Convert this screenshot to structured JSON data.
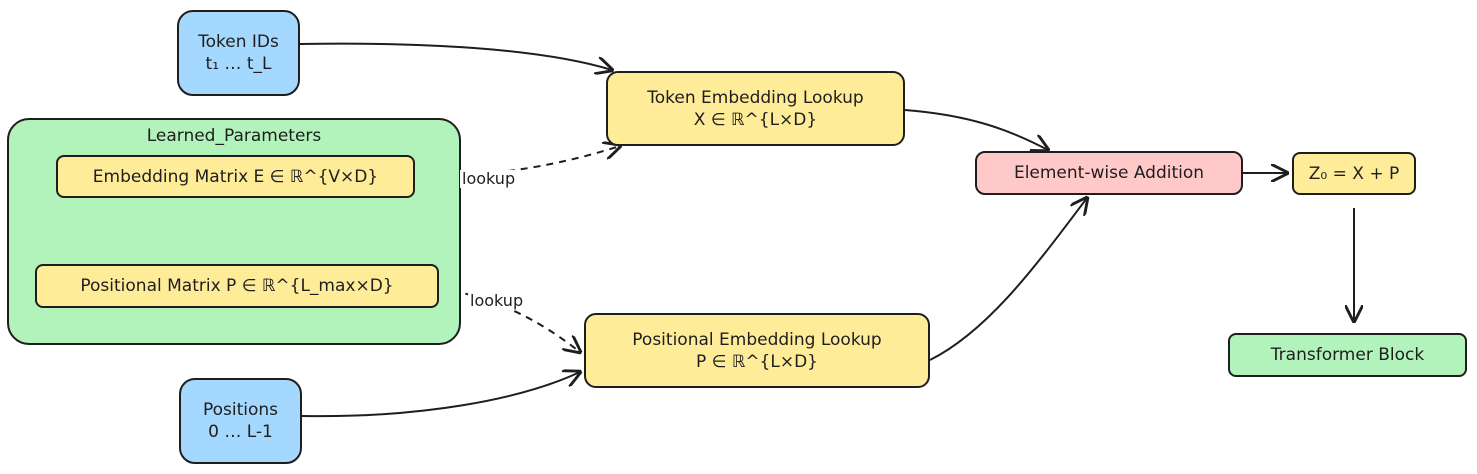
{
  "nodes": {
    "token_ids": [
      "Token IDs",
      "t₁ … t_L"
    ],
    "positions": [
      "Positions",
      "0 … L-1"
    ],
    "token_lookup": [
      "Token Embedding Lookup",
      "X ∈ ℝ^{L×D}"
    ],
    "pos_lookup": [
      "Positional Embedding Lookup",
      "P ∈ ℝ^{L×D}"
    ],
    "addition": "Element-wise Addition",
    "z0": "Z₀ = X + P",
    "transformer": "Transformer Block"
  },
  "group": {
    "title": "Learned_Parameters",
    "embedding_matrix": "Embedding Matrix E ∈ ℝ^{V×D}",
    "positional_matrix": "Positional Matrix P ∈ ℝ^{L_max×D}"
  },
  "edge_labels": {
    "lookup_top": "lookup",
    "lookup_bottom": "lookup"
  }
}
